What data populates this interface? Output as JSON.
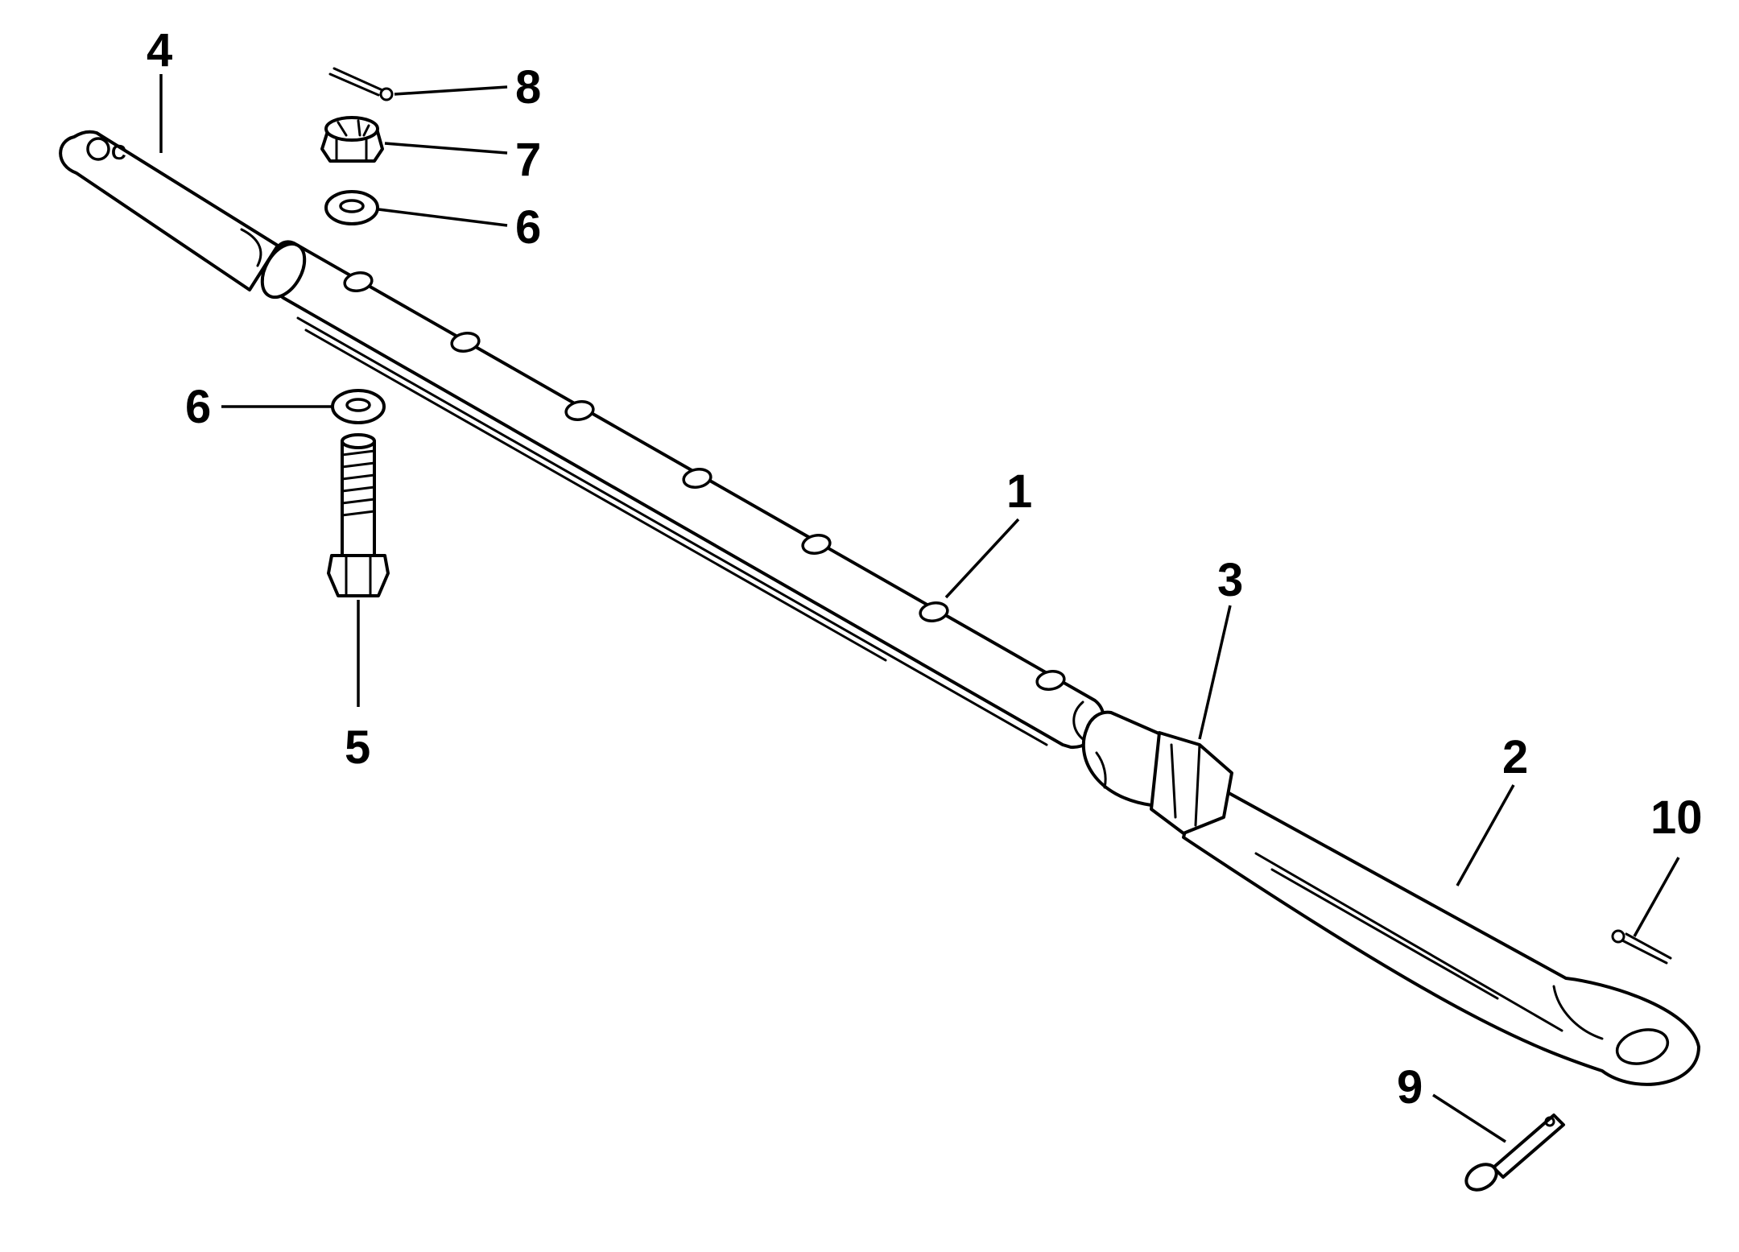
{
  "callouts": [
    {
      "id": "1",
      "label": "1"
    },
    {
      "id": "2",
      "label": "2"
    },
    {
      "id": "3",
      "label": "3"
    },
    {
      "id": "4",
      "label": "4"
    },
    {
      "id": "5",
      "label": "5"
    },
    {
      "id": "6a",
      "label": "6"
    },
    {
      "id": "6b",
      "label": "6"
    },
    {
      "id": "7",
      "label": "7"
    },
    {
      "id": "8",
      "label": "8"
    },
    {
      "id": "9",
      "label": "9"
    },
    {
      "id": "10",
      "label": "10"
    }
  ],
  "rod_end_mark": "C"
}
